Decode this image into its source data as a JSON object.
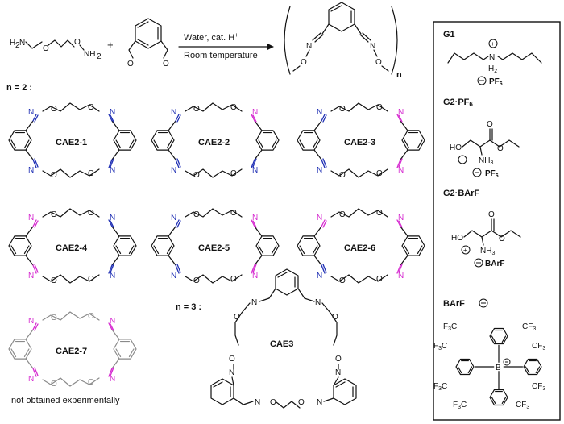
{
  "reaction": {
    "reagent_a": "H₂N–O–CH₂CH₂–O–NH₂",
    "reagent_b": "phthalaldehyde",
    "plus": "+",
    "condition_top": "Water, cat. H",
    "condition_top_sup": "+",
    "condition_bottom": "Room temperature",
    "polymer_n": "n"
  },
  "section_n2": "n = 2 :",
  "section_n3": "n = 3 :",
  "macrocycles": [
    {
      "label": "CAE2-1",
      "edges": [
        "blue",
        "blue",
        "blue",
        "blue"
      ]
    },
    {
      "label": "CAE2-2",
      "edges": [
        "blue",
        "mag",
        "blue",
        "blue"
      ]
    },
    {
      "label": "CAE2-3",
      "edges": [
        "blue",
        "mag",
        "mag",
        "blue"
      ]
    },
    {
      "label": "CAE2-4",
      "edges": [
        "mag",
        "blue",
        "blue",
        "mag"
      ]
    },
    {
      "label": "CAE2-5",
      "edges": [
        "blue",
        "mag",
        "mag",
        "blue"
      ]
    },
    {
      "label": "CAE2-6",
      "edges": [
        "mag",
        "mag",
        "mag",
        "blue"
      ]
    },
    {
      "label": "CAE2-7",
      "edges": [
        "mag",
        "mag",
        "mag",
        "mag"
      ]
    }
  ],
  "cae2_7_note": "not obtained experimentally",
  "cae3_label": "CAE3",
  "atom_N": "N",
  "atom_O": "O",
  "guests": {
    "g1_label": "G1",
    "g1_counter": "PF",
    "g1_counter_sub": "6",
    "g2pf6_label": "G2·PF",
    "g2pf6_label_sub": "6",
    "g2pf6_counter": "PF",
    "g2pf6_counter_sub": "6",
    "g2barf_label": "G2·BArF",
    "g2barf_counter": "BArF",
    "barf_label": "BArF",
    "atom_HO": "HO",
    "atom_NH3": "NH",
    "atom_NH3_sub": "3",
    "atom_H2": "H",
    "atom_H2_sub": "2",
    "atom_B": "B",
    "cf3": "CF",
    "cf3_sub": "3",
    "f3c": "F",
    "f3c_sub": "3",
    "f3c_tail": "C"
  },
  "colors": {
    "blue": "#1f2fb4",
    "magenta": "#d62bd0",
    "grey": "#8a8a8a",
    "black": "#111111"
  }
}
